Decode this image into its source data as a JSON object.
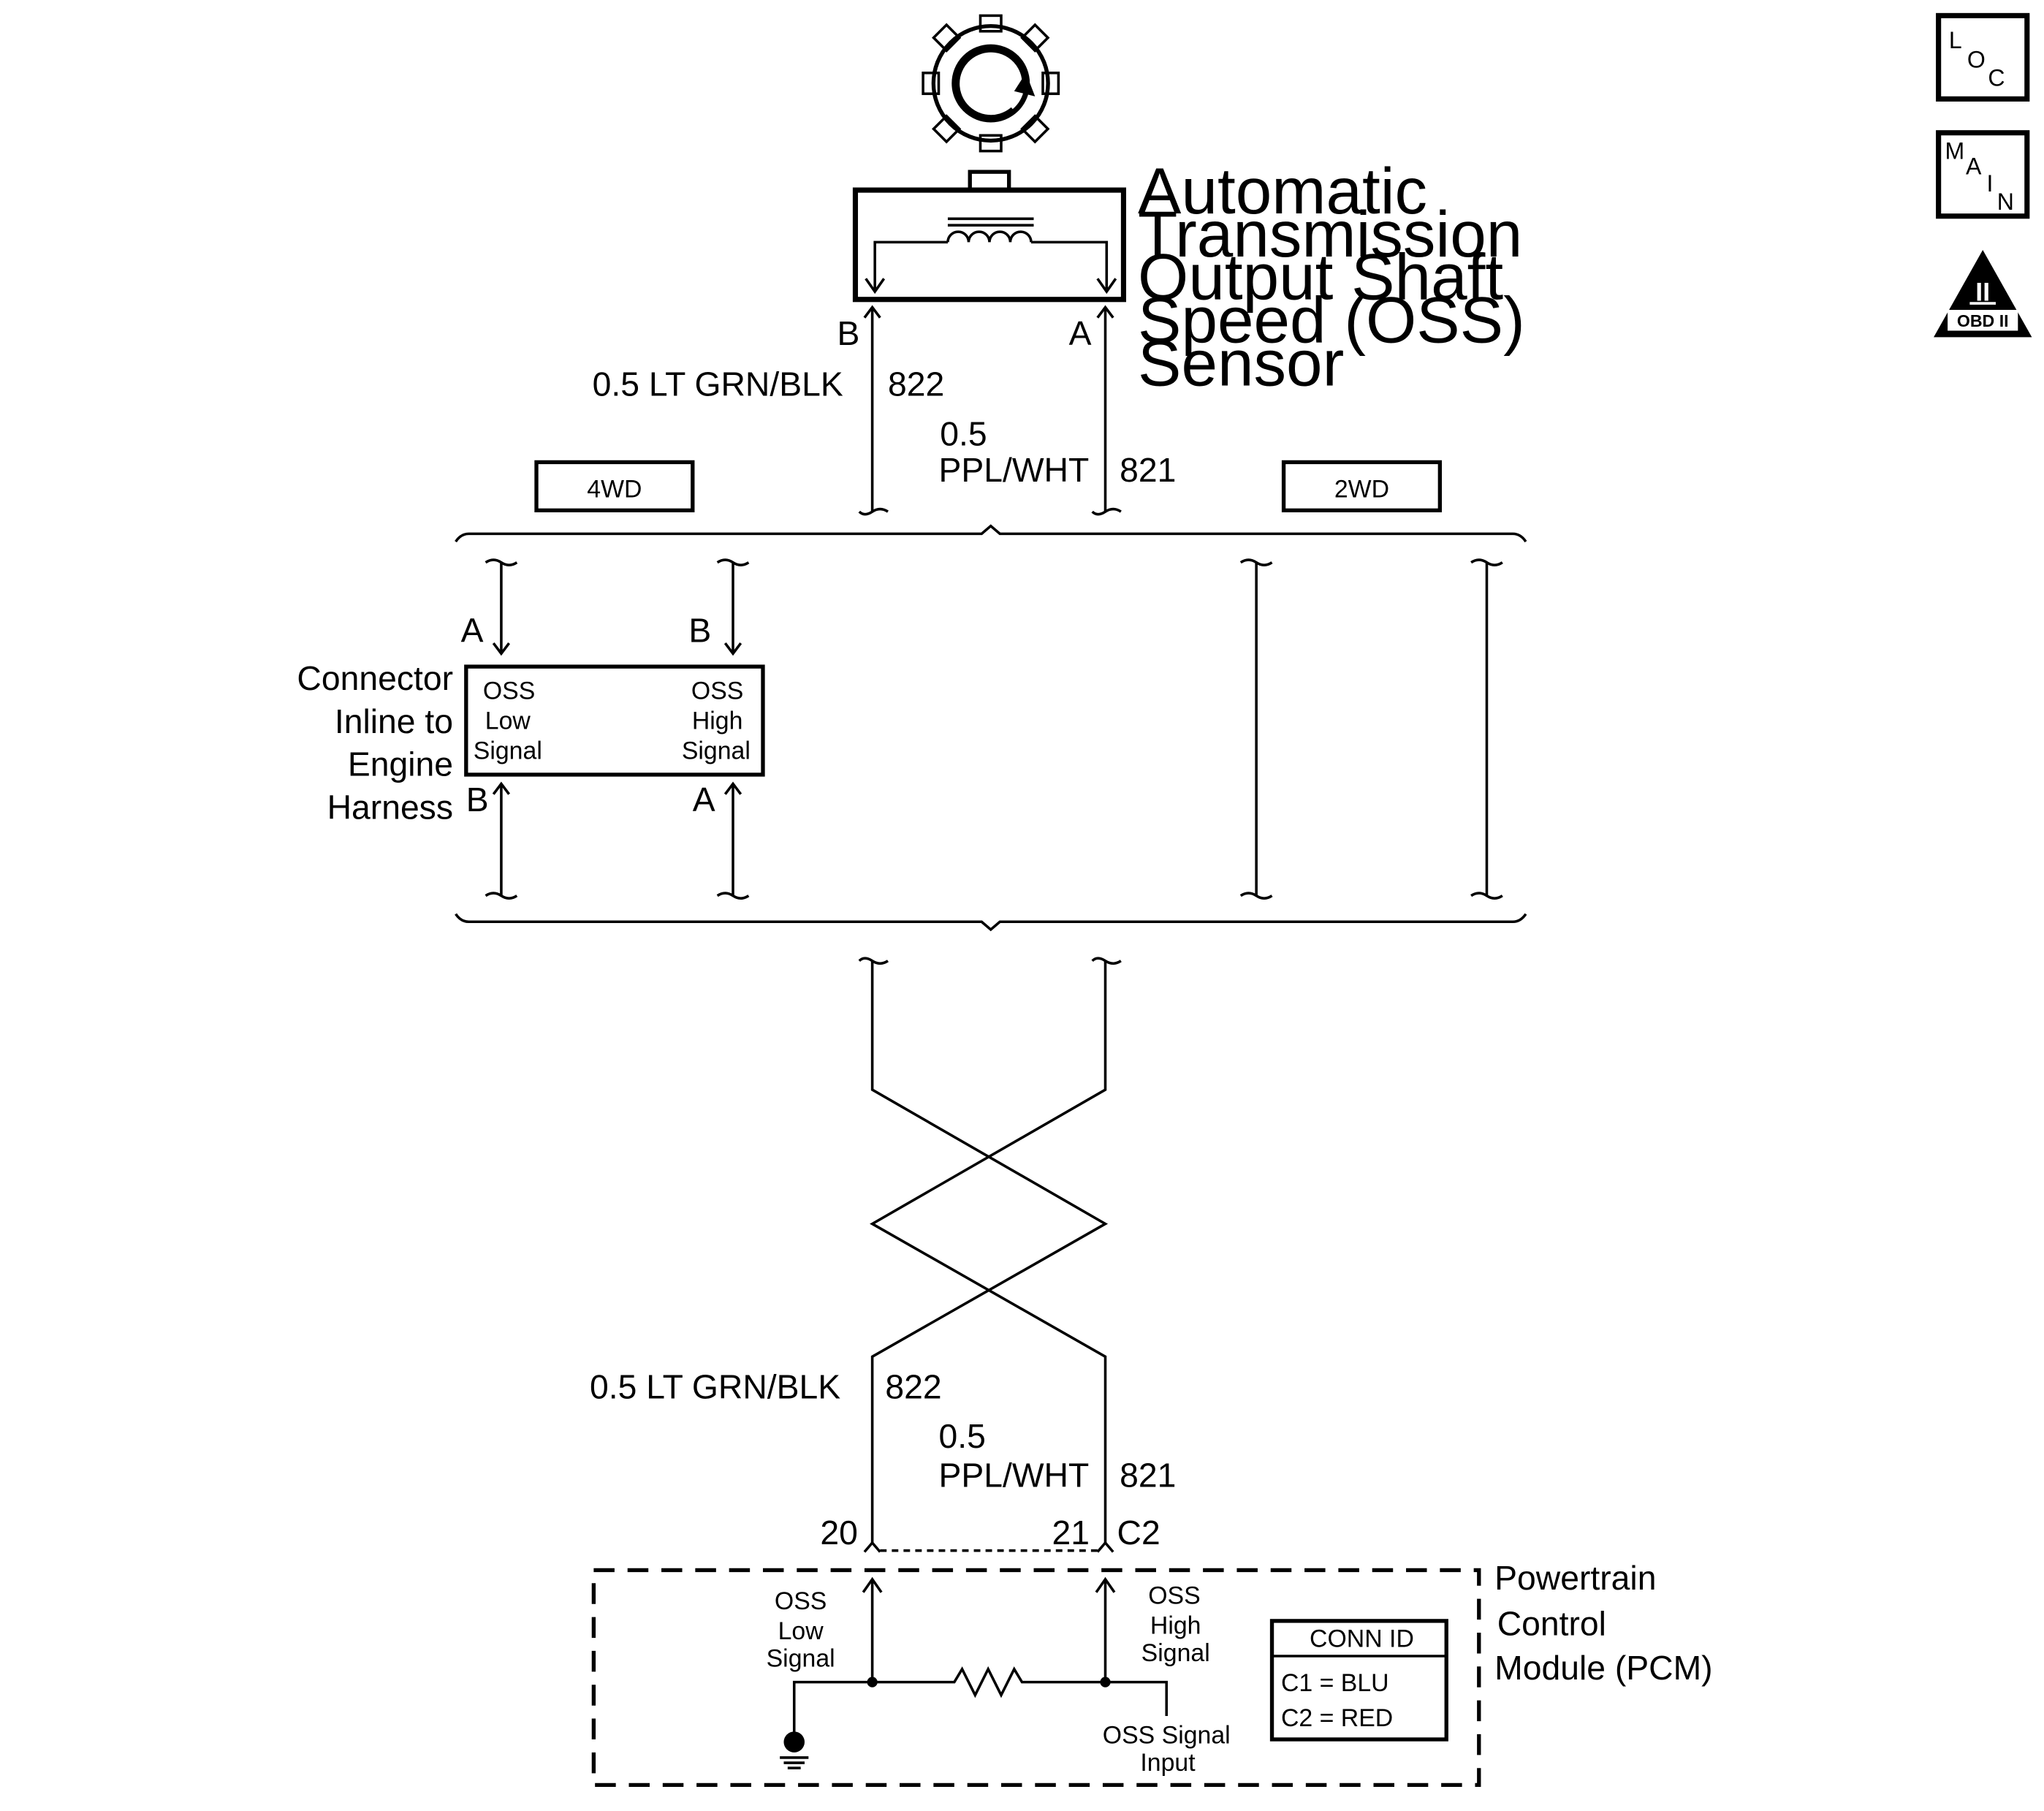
{
  "sensor": {
    "title_lines": [
      "Automatic",
      "Transmission",
      "Output Shaft",
      "Speed (OSS)",
      "Sensor"
    ],
    "pin_b": "B",
    "pin_a": "A"
  },
  "wires_top": {
    "w822_gauge_color": "0.5 LT GRN/BLK",
    "w822_circuit": "822",
    "w821_gauge": "0.5",
    "w821_color": "PPL/WHT",
    "w821_circuit": "821"
  },
  "options": {
    "left": "4WD",
    "right": "2WD"
  },
  "inline_connector": {
    "label_lines": [
      "Connector",
      "Inline to",
      "Engine",
      "Harness"
    ],
    "top_pin_left": "A",
    "top_pin_right": "B",
    "bottom_pin_left": "B",
    "bottom_pin_right": "A",
    "left_text": [
      "OSS",
      "Low",
      "Signal"
    ],
    "right_text": [
      "OSS",
      "High",
      "Signal"
    ]
  },
  "wires_bottom": {
    "w822_gauge_color": "0.5 LT GRN/BLK",
    "w822_circuit": "822",
    "w821_gauge": "0.5",
    "w821_color": "PPL/WHT",
    "w821_circuit": "821"
  },
  "pcm": {
    "pin_20": "20",
    "pin_21": "21",
    "connector": "C2",
    "label_lines": [
      "Powertrain",
      "Control",
      "Module (PCM)"
    ],
    "low_signal": [
      "OSS",
      "Low",
      "Signal"
    ],
    "high_signal": [
      "OSS",
      "High",
      "Signal"
    ],
    "signal_input": [
      "OSS Signal",
      "Input"
    ],
    "conn_id_title": "CONN ID",
    "conn_id_c1": "C1 = BLU",
    "conn_id_c2": "C2 = RED"
  },
  "badges": {
    "loc": [
      "L",
      "O",
      "C"
    ],
    "main": [
      "M",
      "A",
      "I",
      "N"
    ],
    "obd_numeral": "II",
    "obd_text": "OBD II"
  }
}
